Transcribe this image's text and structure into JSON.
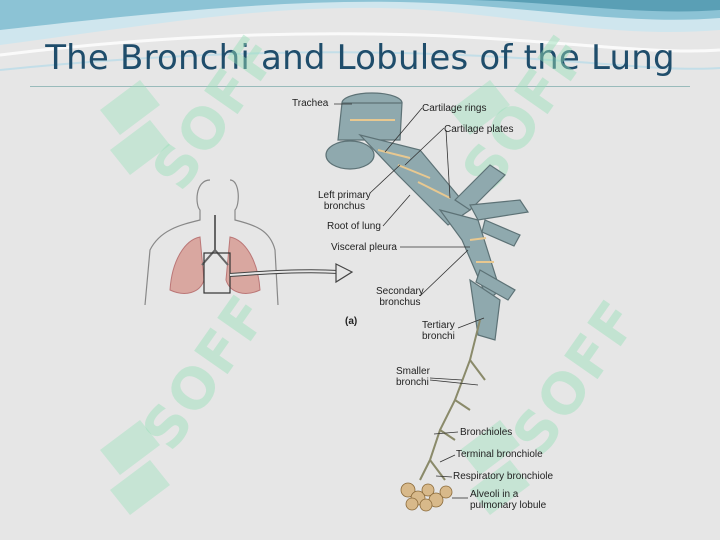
{
  "slide": {
    "title": "The Bronchi and Lobules of the Lung"
  },
  "diagram": {
    "panel_label": "(a)",
    "labels": {
      "trachea": "Trachea",
      "cartilage_rings": "Cartilage rings",
      "cartilage_plates": "Cartilage plates",
      "left_primary_bronchus": [
        "Left primary",
        "bronchus"
      ],
      "root_of_lung": "Root of lung",
      "visceral_pleura": "Visceral pleura",
      "secondary_bronchus": [
        "Secondary",
        "bronchus"
      ],
      "tertiary_bronchi": [
        "Tertiary",
        "bronchi"
      ],
      "smaller_bronchi": [
        "Smaller",
        "bronchi"
      ],
      "bronchioles": "Bronchioles",
      "terminal_bronchiole": "Terminal  bronchiole",
      "respiratory_bronchiole": "Respiratory bronchiole",
      "alveoli": [
        "Alveoli in a",
        "pulmonary lobule"
      ]
    }
  },
  "watermark": {
    "text": "SOFF",
    "color": "#96e1b9"
  },
  "colors": {
    "title": "#1f4d6b",
    "background": "#e6e6e6",
    "airway": "#8fa9ae",
    "header_wave": "#5a9fb5"
  }
}
